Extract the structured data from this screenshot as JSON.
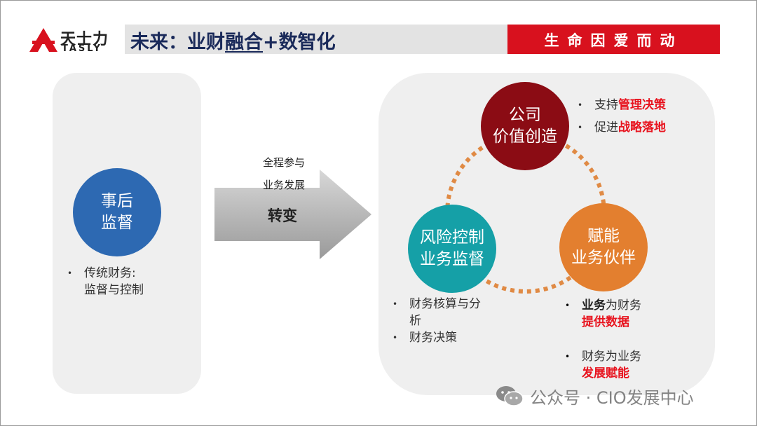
{
  "header": {
    "logo_cn": "天士力",
    "logo_en": "TASLY",
    "title_prefix": "未来：业财",
    "title_underlined": "融合",
    "title_suffix": "+数智化",
    "slogan": "生命因爱而动"
  },
  "left": {
    "circle_line1": "事后",
    "circle_line2": "监督",
    "bullet_line1": "传统财务:",
    "bullet_line2": "监督与控制"
  },
  "arrow": {
    "top_line1": "全程参与",
    "top_line2": "业务发展",
    "label": "转变"
  },
  "right": {
    "company": {
      "line1": "公司",
      "line2": "价值创造",
      "bullets": [
        {
          "plain": "支持",
          "highlight": "管理决策"
        },
        {
          "plain": "促进",
          "highlight": "战略落地"
        }
      ]
    },
    "risk": {
      "line1": "风险控制",
      "line2": "业务监督",
      "bullets": [
        "财务核算与分",
        "析",
        "财务决策"
      ]
    },
    "partner": {
      "line1": "赋能",
      "line2": "业务伙伴",
      "bullet1_a": "业务",
      "bullet1_b": "为财务",
      "bullet1_c": "提供数据",
      "bullet2_a": "财务为业务",
      "bullet2_b": "发展赋能"
    }
  },
  "watermark": {
    "text": "公众号 · CIO发展中心",
    "icon": "wechat-icon"
  },
  "colors": {
    "title_bar": "#e3e3e3",
    "title_text": "#1a2a5a",
    "slogan_bar": "#d8111e",
    "blue": "#2d69b2",
    "dark_red": "#8b0c14",
    "teal": "#15a0a7",
    "orange": "#e37f2f",
    "highlight_red": "#e8141f",
    "dotted_ring": "#e08a44"
  }
}
